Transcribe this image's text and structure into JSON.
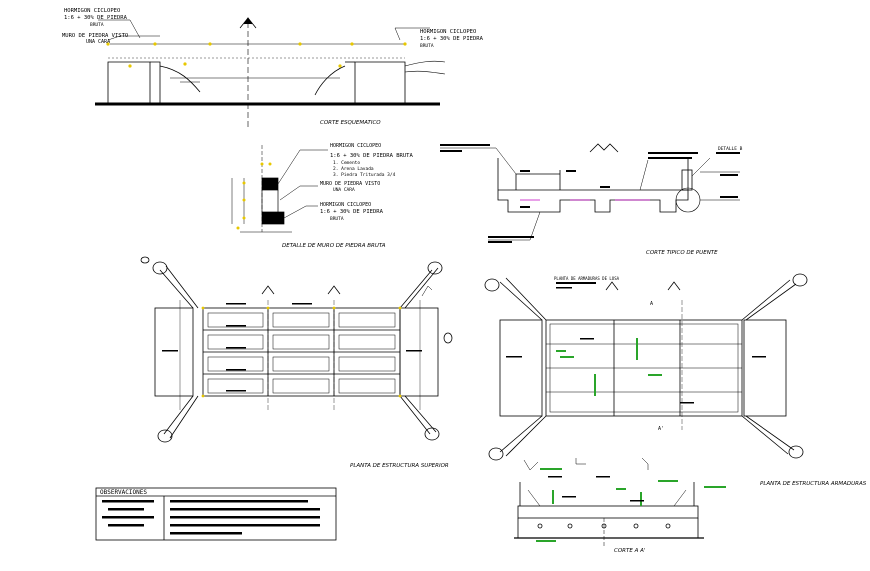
{
  "colors": {
    "line": "#000000",
    "accent": "#2aa52a",
    "node": "#e8c800",
    "cut": "#c000c0"
  },
  "corte_esquematico": {
    "title": "CORTE ESQUEMATICO",
    "label_left_1": "HORMIGON CICLOPEO",
    "label_left_2": "1:6 + 30% DE PIEDRA",
    "label_left_3": "BRUTA",
    "label_left_4": "MURO DE PIEDRA VISTO",
    "label_left_5": "UNA CARA",
    "label_right_1": "HORMIGON CICLOPEO",
    "label_right_2": "1:6 + 30% DE PIEDRA",
    "label_right_3": "BRUTA"
  },
  "detalle_muro": {
    "title": "DETALLE DE MURO DE PIEDRA BRUTA",
    "l1": "HORMIGON CICLOPEO",
    "l2": "1:6 + 30% DE PIEDRA BRUTA",
    "l3": "1. Cemento",
    "l4": "2. Arena Lavada",
    "l5": "3. Piedra Triturada 3/4",
    "l6": "MURO DE PIEDRA VISTO",
    "l7": "UNA CARA",
    "l8": "HORMIGON CICLOPEO",
    "l9": "1:6 + 30% DE PIEDRA",
    "l10": "BRUTA"
  },
  "corte_tipico": {
    "title": "CORTE TIPICO DE PUENTE",
    "detail": "DETALLE B"
  },
  "planta_superior": {
    "title": "PLANTA DE ESTRUCTURA SUPERIOR"
  },
  "planta_armaduras": {
    "title": "PLANTA DE ESTRUCTURA ARMADURAS",
    "sub": "PLANTA DE ARMADURAS DE LOSA"
  },
  "corte_aa": {
    "title": "CORTE A A'",
    "mark_a": "A",
    "mark_a2": "A'"
  },
  "observaciones": {
    "header": "OBSERVACIONES"
  }
}
